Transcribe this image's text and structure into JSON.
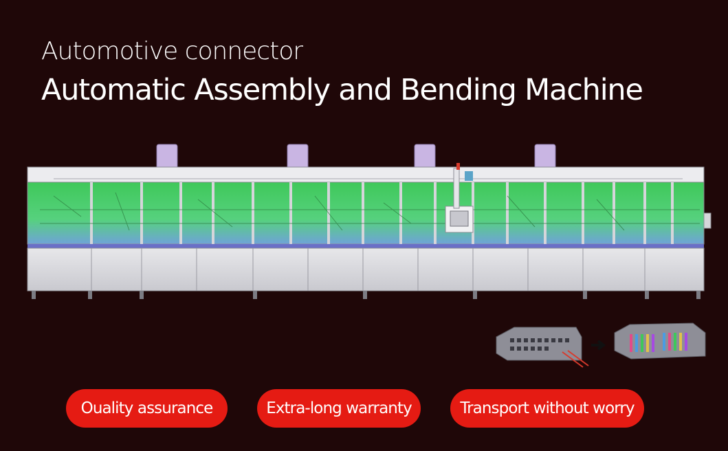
{
  "header": {
    "subtitle": "Automotive connector",
    "title": "Automatic Assembly and Bending Machine"
  },
  "features": [
    {
      "label": "Ouality assurance"
    },
    {
      "label": "Extra-long warranty"
    },
    {
      "label": "Transport without worry"
    }
  ],
  "colors": {
    "background": "#1f0708",
    "accent": "#e51b13",
    "text": "#ffffff"
  },
  "icons": {
    "machine": "assembly-line-machine-illustration",
    "connectors": "connector-before-after-illustration"
  }
}
